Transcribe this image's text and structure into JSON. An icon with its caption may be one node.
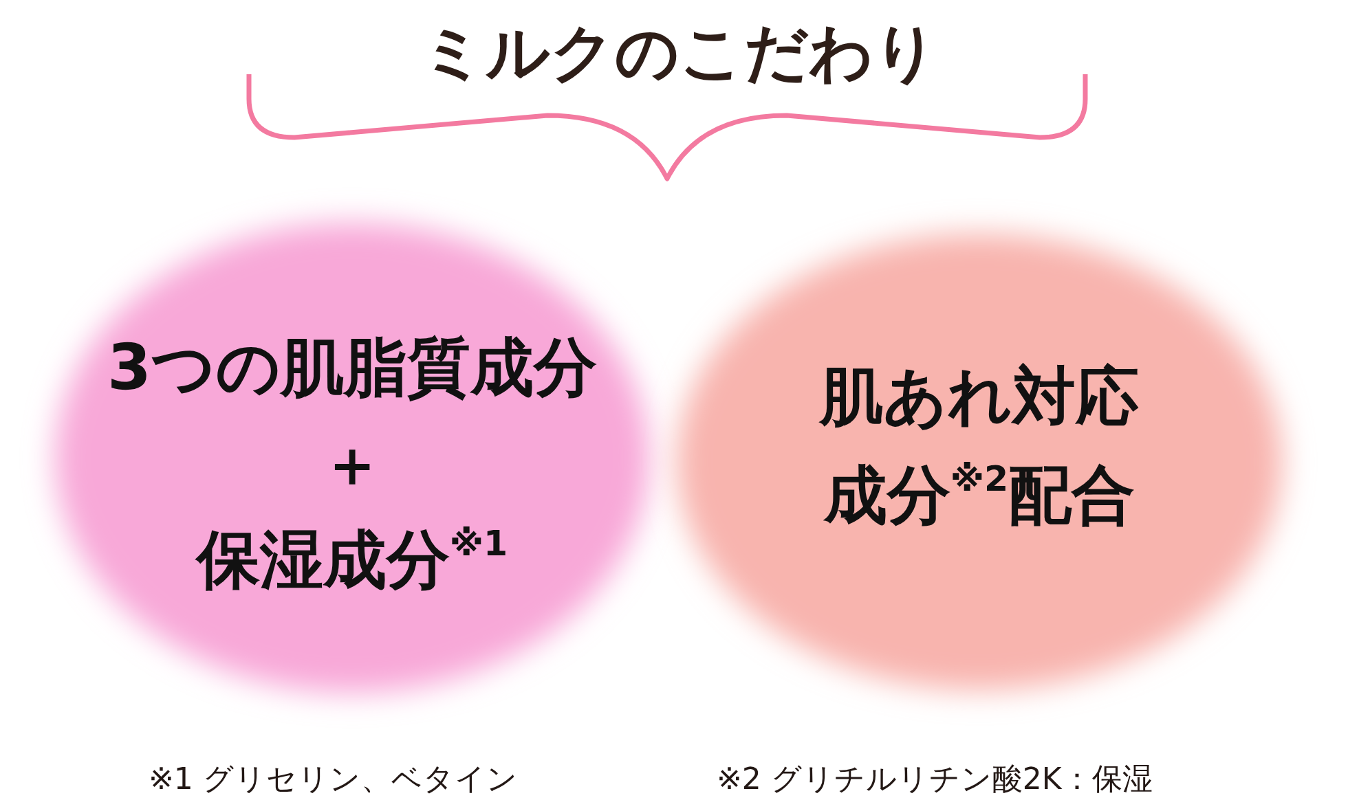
{
  "diagram": {
    "title": "ミルクのこだわり",
    "nodes": [
      {
        "text": [
          "3つの肌脂質成分",
          "＋",
          "保湿成分$^{※1}$"
        ]
      },
      {
        "text": [
          "肌あれ対応成分$^{※2}$配合"
        ]
      }
    ],
    "labels": [
      "※1 グリセリン、ベタイン",
      "※2 グリチルリチン酸2K：保湿"
    ]
  }
}
